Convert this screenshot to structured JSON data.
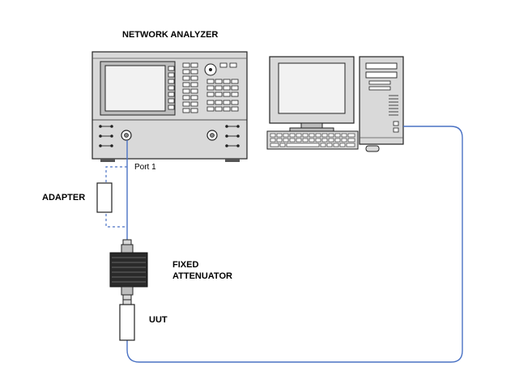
{
  "labels": {
    "network_analyzer": "NETWORK ANALYZER",
    "port": "Port 1",
    "adapter": "ADAPTER",
    "fixed_attenuator_line1": "FIXED",
    "fixed_attenuator_line2": "ATTENUATOR",
    "uut": "UUT"
  },
  "colors": {
    "cable": "#4a72c4",
    "instrument_body": "#d9d9d9",
    "outline": "#222222",
    "screen": "#f2f2f2",
    "attenuator_body": "#2a2a2a"
  }
}
